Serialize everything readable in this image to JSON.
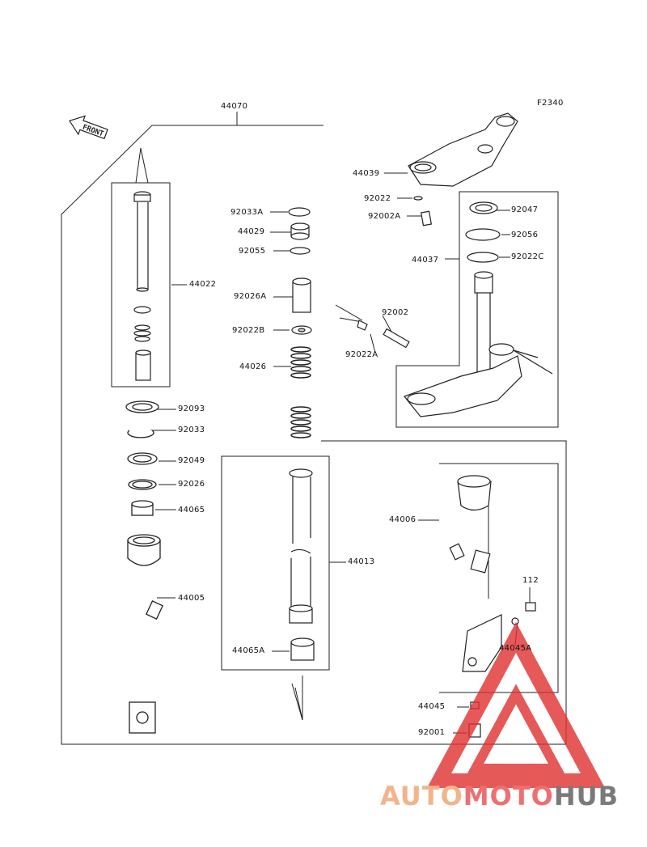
{
  "figure_code": "F2340",
  "front_label": "FRONT",
  "parts": {
    "p44070": "44070",
    "p44039": "44039",
    "p92022": "92022",
    "p92002A": "92002A",
    "p92047": "92047",
    "p92056": "92056",
    "p44037": "44037",
    "p92022C": "92022C",
    "p92033A": "92033A",
    "p44029": "44029",
    "p92055": "92055",
    "p92026A": "92026A",
    "p92022B": "92022B",
    "p92002": "92002",
    "p92022A": "92022A",
    "p44026": "44026",
    "p44022": "44022",
    "p92093": "92093",
    "p92033": "92033",
    "p92049": "92049",
    "p92026": "92026",
    "p44065": "44065",
    "p44013": "44013",
    "p44005": "44005",
    "p44065A": "44065A",
    "p44006": "44006",
    "p112": "112",
    "p44045A": "44045A",
    "p44045": "44045",
    "p92001": "92001"
  },
  "watermark": {
    "auto": "AUTO",
    "moto": "MOTO",
    "hub": "HUB"
  },
  "colors": {
    "line": "#222222",
    "watermark_red": "#e03030",
    "watermark_orange": "#f2b48a",
    "watermark_grey": "#7a7a7a"
  }
}
